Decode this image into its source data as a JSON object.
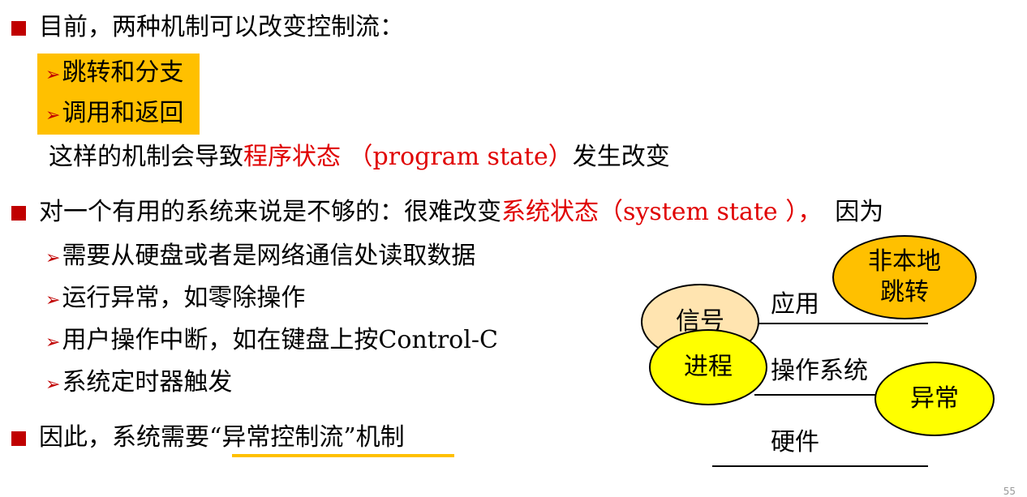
{
  "bullet1": {
    "text": "目前，两种机制可以改变控制流：",
    "subitems": [
      "跳转和分支",
      "调用和返回"
    ],
    "note_prefix": "这样的机制会导致",
    "note_highlight": "程序状态 （program state）",
    "note_suffix": "发生改变"
  },
  "bullet2": {
    "prefix": "对一个有用的系统来说是不够的：很难改变",
    "highlight": "系统状态（system state ），",
    "suffix": "因为",
    "subitems": [
      "需要从硬盘或者是网络通信处读取数据",
      "运行异常，如零除操作",
      "用户操作中断，如在键盘上按Control-C",
      "系统定时器触发"
    ]
  },
  "bullet3": {
    "prefix": "因此，系统需要",
    "underlined": "“异常控制流”机制"
  },
  "diagram": {
    "signal": "信号",
    "process": "进程",
    "nonlocal_jump": "非本地跳转",
    "nonlocal_jump_line1": "非本地",
    "nonlocal_jump_line2": "跳转",
    "exception": "异常",
    "layer_app": "应用",
    "layer_os": "操作系统",
    "layer_hw": "硬件"
  },
  "colors": {
    "bullet_red": "#c00000",
    "highlight_text": "#e00000",
    "orange_fill": "#ffc000",
    "yellow_fill": "#ffff00",
    "signal_fill": "#ffe4b0"
  },
  "page_number": "55"
}
